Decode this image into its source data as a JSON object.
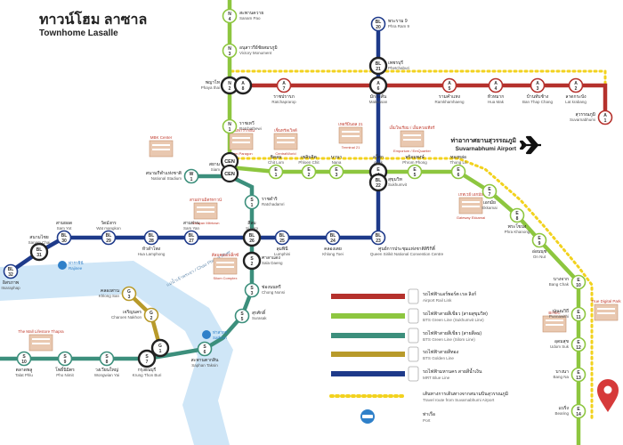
{
  "header": {
    "title_th": "ทาวน์โฮม ลาซาล",
    "title_en": "Townhome Lasalle"
  },
  "colors": {
    "arl": "#b5312c",
    "green_sukhumvit": "#8dc63f",
    "green_silom": "#3c8f7c",
    "gold": "#b89a2a",
    "blue": "#1e3a8a",
    "travel": "#f2d21e",
    "river": "#cfe6f7",
    "pin": "#d63a3a"
  },
  "stations": [
    {
      "id": "N4",
      "code": "N",
      "num": "4",
      "th": "สะพานควาย",
      "en": "Sanam Pao"
    },
    {
      "id": "N3",
      "code": "N",
      "num": "3",
      "th": "อนุสาวรีย์ชัยสมรภูมิ",
      "en": "Victory Monument"
    },
    {
      "id": "N2",
      "code": "N",
      "num": "2",
      "th": "พญาไท",
      "en": "Phaya thai"
    },
    {
      "id": "N1",
      "code": "N",
      "num": "1",
      "th": "ราชเทวี",
      "en": "Ratchathewi"
    },
    {
      "id": "CEN",
      "code": "CEN",
      "num": "",
      "th": "สยาม",
      "en": "Siam"
    },
    {
      "id": "W1",
      "code": "W",
      "num": "1",
      "th": "สนามกีฬาแห่งชาติ",
      "en": "National Stadium"
    },
    {
      "id": "E1",
      "code": "E",
      "num": "1",
      "th": "ชิดลม",
      "en": "Chit Lom"
    },
    {
      "id": "E2",
      "code": "E",
      "num": "2",
      "th": "เพลินจิต",
      "en": "Phloen Chit"
    },
    {
      "id": "E3",
      "code": "E",
      "num": "3",
      "th": "นานา",
      "en": "Nana"
    },
    {
      "id": "E4",
      "code": "E",
      "num": "4",
      "th": "อโศก",
      "en": "Asok"
    },
    {
      "id": "E5",
      "code": "E",
      "num": "5",
      "th": "พร้อมพงษ์",
      "en": "Phrom Phong"
    },
    {
      "id": "E6",
      "code": "E",
      "num": "6",
      "th": "ทองหล่อ",
      "en": "Thong Lo"
    },
    {
      "id": "E7",
      "code": "E",
      "num": "7",
      "th": "เอกมัย",
      "en": "Ekkamai"
    },
    {
      "id": "E8",
      "code": "E",
      "num": "8",
      "th": "พระโขนง",
      "en": "Phra Khanong"
    },
    {
      "id": "E9",
      "code": "E",
      "num": "9",
      "th": "อ่อนนุช",
      "en": "On Nut"
    },
    {
      "id": "E10",
      "code": "E",
      "num": "10",
      "th": "บางจาก",
      "en": "Bang Chak"
    },
    {
      "id": "E11",
      "code": "E",
      "num": "11",
      "th": "ปุณณวิถี",
      "en": "Punnawithi"
    },
    {
      "id": "E12",
      "code": "E",
      "num": "12",
      "th": "อุดมสุข",
      "en": "Udom Suk"
    },
    {
      "id": "E13",
      "code": "E",
      "num": "13",
      "th": "บางนา",
      "en": "Bang Na"
    },
    {
      "id": "E14",
      "code": "E",
      "num": "14",
      "th": "แบริ่ง",
      "en": "Bearing"
    },
    {
      "id": "S1",
      "code": "S",
      "num": "1",
      "th": "ราชดำริ",
      "en": "Ratchadamri"
    },
    {
      "id": "S2",
      "code": "S",
      "num": "2",
      "th": "ศาลาแดง",
      "en": "Sala Daeng"
    },
    {
      "id": "S3",
      "code": "S",
      "num": "3",
      "th": "ช่องนนทรี",
      "en": "Chong Nonsi"
    },
    {
      "id": "S5",
      "code": "S",
      "num": "5",
      "th": "สุรศักดิ์",
      "en": "Surasak"
    },
    {
      "id": "S6",
      "code": "S",
      "num": "6",
      "th": "สะพานตากสิน",
      "en": "Saphan Taksin"
    },
    {
      "id": "S7",
      "code": "S",
      "num": "7",
      "th": "กรุงธนบุรี",
      "en": "Krung Thon Buri"
    },
    {
      "id": "S8",
      "code": "S",
      "num": "8",
      "th": "วงเวียนใหญ่",
      "en": "Wongwian Yai"
    },
    {
      "id": "S9",
      "code": "S",
      "num": "9",
      "th": "โพธิ์นิมิตร",
      "en": "Pho Nimit"
    },
    {
      "id": "S10",
      "code": "S",
      "num": "10",
      "th": "ตลาดพลู",
      "en": "Talat Phlu"
    },
    {
      "id": "G1",
      "code": "G",
      "num": "1",
      "th": "",
      "en": ""
    },
    {
      "id": "G2",
      "code": "G",
      "num": "2",
      "th": "เจริญนคร",
      "en": "Charoen Nakhon"
    },
    {
      "id": "G3",
      "code": "G",
      "num": "3",
      "th": "คลองสาน",
      "en": "Khlong San"
    },
    {
      "id": "A8",
      "code": "A",
      "num": "8",
      "th": "",
      "en": ""
    },
    {
      "id": "A7",
      "code": "A",
      "num": "7",
      "th": "ราชปรารภ",
      "en": "Ratchaprarop"
    },
    {
      "id": "A6",
      "code": "A",
      "num": "6",
      "th": "มักกะสัน",
      "en": "Makkasan"
    },
    {
      "id": "A5",
      "code": "A",
      "num": "5",
      "th": "รามคำแหง",
      "en": "Ramkhamhaeng"
    },
    {
      "id": "A4",
      "code": "A",
      "num": "4",
      "th": "หัวหมาก",
      "en": "Hua Mak"
    },
    {
      "id": "A3",
      "code": "A",
      "num": "3",
      "th": "บ้านทับช้าง",
      "en": "Ban Thap Chang"
    },
    {
      "id": "A2",
      "code": "A",
      "num": "2",
      "th": "ลาดกระบัง",
      "en": "Lat krabang"
    },
    {
      "id": "A1",
      "code": "A",
      "num": "1",
      "th": "สุวรรณภูมิ",
      "en": "Suvarnabhumi"
    },
    {
      "id": "BL20",
      "code": "BL",
      "num": "20",
      "th": "พระราม 9",
      "en": "Phra Ram 9"
    },
    {
      "id": "BL21",
      "code": "BL",
      "num": "21",
      "th": "เพชรบุรี",
      "en": "Phetchaburi"
    },
    {
      "id": "BL22",
      "code": "BL",
      "num": "22",
      "th": "สุขุมวิท",
      "en": "Sukhumvit"
    },
    {
      "id": "BL23",
      "code": "BL",
      "num": "23",
      "th": "ศูนย์การประชุมแห่งชาติสิริกิติ์",
      "en": "Queen Sirikit National Convention Centre"
    },
    {
      "id": "BL24",
      "code": "BL",
      "num": "24",
      "th": "คลองเตย",
      "en": "Khlong Toei"
    },
    {
      "id": "BL25",
      "code": "BL",
      "num": "25",
      "th": "ลุมพินี",
      "en": "Lumphini"
    },
    {
      "id": "BL26",
      "code": "BL",
      "num": "26",
      "th": "สีลม",
      "en": "Si Lom"
    },
    {
      "id": "BL27",
      "code": "BL",
      "num": "27",
      "th": "สามย่าน",
      "en": "Sam Yan"
    },
    {
      "id": "BL28",
      "code": "BL",
      "num": "28",
      "th": "หัวลำโพง",
      "en": "Hua Lamphong"
    },
    {
      "id": "BL29",
      "code": "BL",
      "num": "29",
      "th": "วัดมังกร",
      "en": "Wat mangkon"
    },
    {
      "id": "BL30",
      "code": "BL",
      "num": "30",
      "th": "สามยอด",
      "en": "Sam Yot"
    },
    {
      "id": "BL31",
      "code": "BL",
      "num": "31",
      "th": "สนามไชย",
      "en": "Sanam Chai"
    },
    {
      "id": "BL32",
      "code": "BL",
      "num": "32",
      "th": "อิสรภาพ",
      "en": "Itsaraphap"
    }
  ],
  "airport": {
    "th": "ท่าอากาศยานสุวรรณภูมิ",
    "en": "Suvarnabhumi Airport"
  },
  "landmarks": [
    {
      "id": "mbk",
      "label": "MBK Center"
    },
    {
      "id": "siam-paragon",
      "th": "สยามพารากอน",
      "en": "Siam Paragon"
    },
    {
      "id": "central-world",
      "th": "เซ็นทรัลเวิลด์",
      "en": "CentralWorld"
    },
    {
      "id": "terminal21",
      "th": "เทอร์มินอล 21",
      "en": "Terminal 21"
    },
    {
      "id": "emporium",
      "th": "เอ็มโพเรียม / เอ็มควอเทียร์",
      "en": "Emporium / EmQuartier"
    },
    {
      "id": "samyan",
      "th": "สามย่านมิตรทาวน์",
      "en": "Samyan Mitrtown"
    },
    {
      "id": "silom-complex",
      "th": "สีลมคอมเพล็กซ์",
      "en": "Silom Complex"
    },
    {
      "id": "gateway",
      "th": "เกทเวย์ เอกมัย",
      "en": "Gateway Ekkamai"
    },
    {
      "id": "lifestyle",
      "label": "The Mall Lifestore Thapra"
    },
    {
      "id": "bitec",
      "label": "BITEC"
    },
    {
      "id": "digital",
      "label": "True Digital Park"
    }
  ],
  "piers": [
    {
      "id": "rajinee",
      "th": "ท่าราชินี",
      "en": "Rajinee"
    },
    {
      "id": "sathorn",
      "th": "ท่าสาทร",
      "en": "Sathorn"
    }
  ],
  "river_label": "แม่น้ำเจ้าพระยา / Chao Phraya River",
  "legend": [
    {
      "id": "arl",
      "th": "รถไฟฟ้าแอร์พอร์ต เรล ลิงก์",
      "en": "Airport Rail Link",
      "color": "#b5312c"
    },
    {
      "id": "green-sukhumvit",
      "th": "รถไฟฟ้าสายสีเขียว (สายสุขุมวิท)",
      "en": "BTS Green Line (Sukhumvit Line)",
      "color": "#8dc63f"
    },
    {
      "id": "green-silom",
      "th": "รถไฟฟ้าสายสีเขียว (สายสีลม)",
      "en": "BTS Green Line (Silom Line)",
      "color": "#3c8f7c"
    },
    {
      "id": "gold",
      "th": "รถไฟฟ้าสายสีทอง",
      "en": "BTS Golden Line",
      "color": "#b89a2a"
    },
    {
      "id": "blue",
      "th": "รถไฟฟ้ามหานคร สายสีน้ำเงิน",
      "en": "MRT Blue Line",
      "color": "#1e3a8a"
    },
    {
      "id": "travel",
      "th": "เส้นทางการเดินทางจากสนามบินสุวรรณภูมิ",
      "en": "Travel route from Suvarnabhumi Airport",
      "color": "#f2d21e"
    },
    {
      "id": "port",
      "th": "ท่าเรือ",
      "en": "Port",
      "color": "#2f80c9"
    }
  ]
}
